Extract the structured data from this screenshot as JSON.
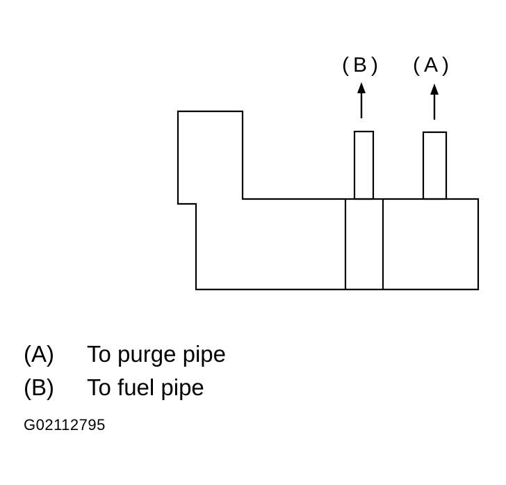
{
  "diagram": {
    "ports": [
      {
        "id": "B",
        "label": "(B)"
      },
      {
        "id": "A",
        "label": "(A)"
      }
    ]
  },
  "legend": [
    {
      "key": "(A)",
      "text": "To purge pipe"
    },
    {
      "key": "(B)",
      "text": "To fuel pipe"
    }
  ],
  "figure_id": "G02112795",
  "colors": {
    "line": "#000000",
    "background": "#ffffff"
  }
}
